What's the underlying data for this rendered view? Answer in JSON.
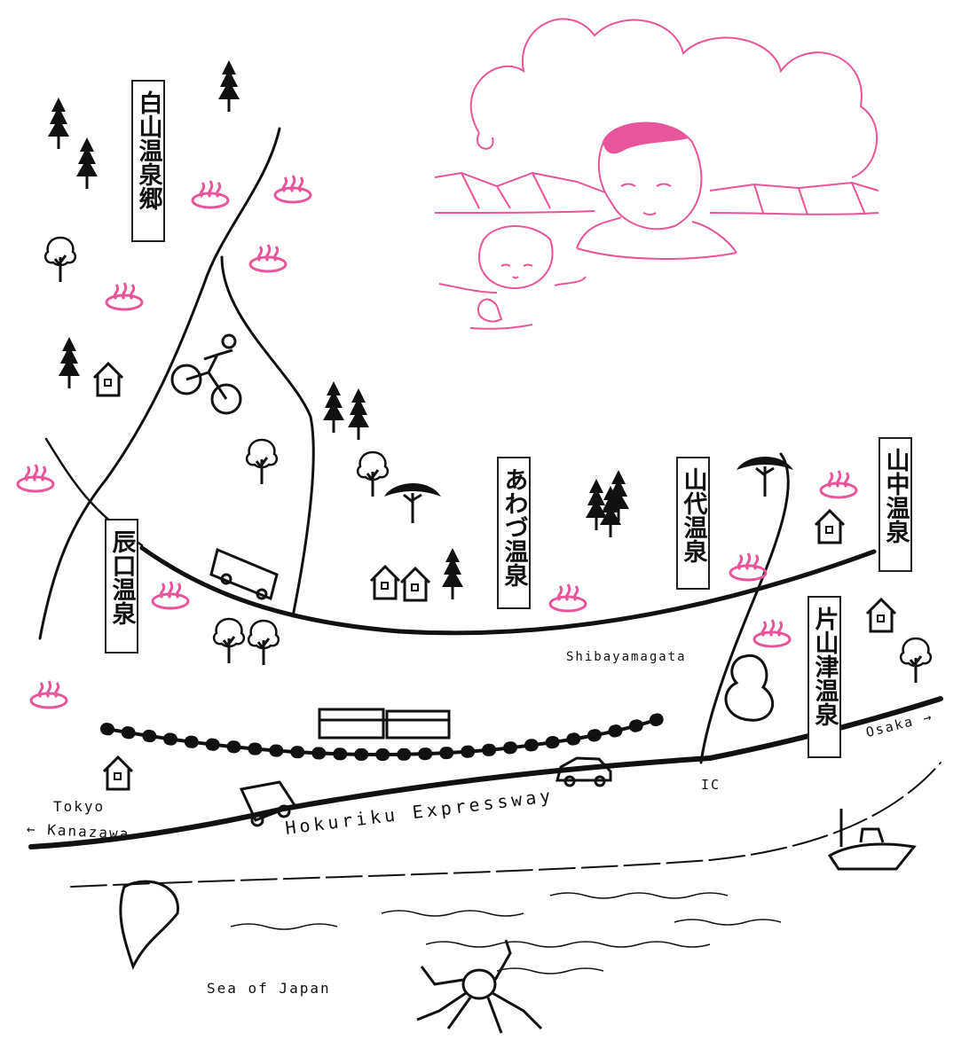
{
  "onsen_labels": {
    "hakusan": "白山温泉郷",
    "tatsunokuchi": "辰口温泉",
    "awazu": "あわづ温泉",
    "yamashiro": "山代温泉",
    "yamanaka": "山中温泉",
    "katayamazu": "片山津温泉"
  },
  "place_labels": {
    "shibayamagata": "Shibayamagata",
    "osaka": "Osaka →",
    "ic": "IC",
    "tokyo": "Tokyo",
    "kanazawa": "← Kanazawa",
    "expressway": "Hokuriku Expressway",
    "sea": "Sea of Japan"
  },
  "colors": {
    "ink": "#111111",
    "accent": "#e8559a"
  }
}
